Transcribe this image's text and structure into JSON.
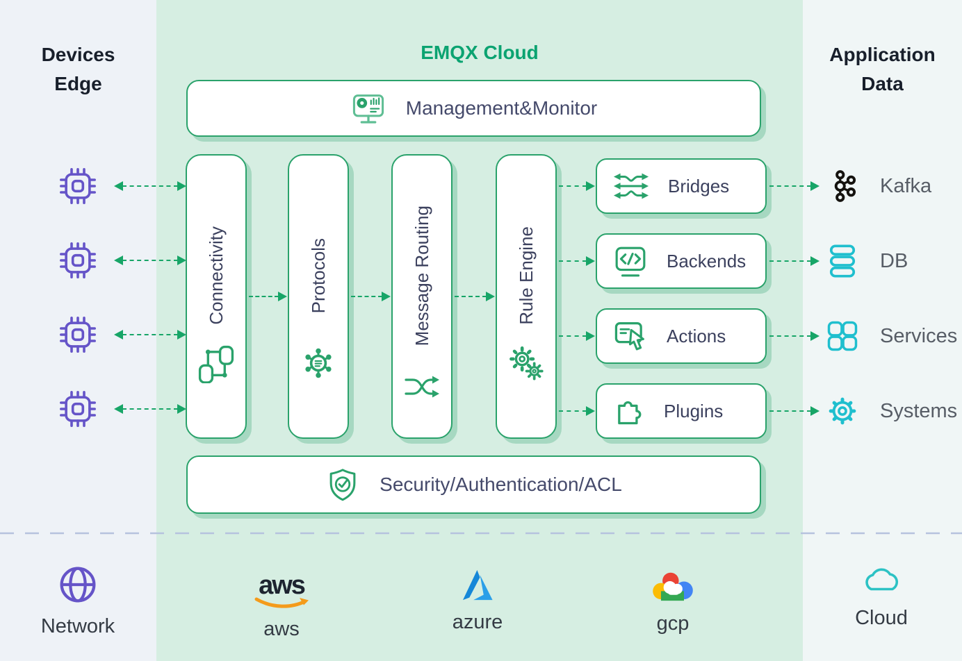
{
  "columns": {
    "left": {
      "title_line1": "Devices",
      "title_line2": "Edge"
    },
    "center": {
      "title": "EMQX Cloud"
    },
    "right": {
      "title_line1": "Application",
      "title_line2": "Data"
    }
  },
  "management_bar": {
    "label": "Management&Monitor",
    "icon": "monitor-dashboard-icon"
  },
  "pillars": [
    {
      "label": "Connectivity",
      "icon": "sitemap-icon"
    },
    {
      "label": "Protocols",
      "icon": "hub-icon"
    },
    {
      "label": "Message Routing",
      "icon": "shuffle-icon"
    },
    {
      "label": "Rule Engine",
      "icon": "gears-icon"
    }
  ],
  "output_boxes": [
    {
      "label": "Bridges",
      "icon": "bridge-swap-icon"
    },
    {
      "label": "Backends",
      "icon": "code-screen-icon"
    },
    {
      "label": "Actions",
      "icon": "cursor-card-icon"
    },
    {
      "label": "Plugins",
      "icon": "puzzle-icon"
    }
  ],
  "security_bar": {
    "label": "Security/Authentication/ACL",
    "icon": "shield-check-icon"
  },
  "devices": [
    {
      "icon": "chip-icon"
    },
    {
      "icon": "chip-icon"
    },
    {
      "icon": "chip-icon"
    },
    {
      "icon": "chip-icon"
    }
  ],
  "application_targets": [
    {
      "label": "Kafka",
      "icon": "kafka-icon"
    },
    {
      "label": "DB",
      "icon": "database-icon"
    },
    {
      "label": "Services",
      "icon": "app-grid-icon"
    },
    {
      "label": "Systems",
      "icon": "gear-icon"
    }
  ],
  "infrastructure": [
    {
      "label": "Network",
      "icon": "globe-icon"
    },
    {
      "label": "aws",
      "icon": "aws-logo",
      "logo_text": "aws"
    },
    {
      "label": "azure",
      "icon": "azure-logo"
    },
    {
      "label": "gcp",
      "icon": "gcp-logo"
    },
    {
      "label": "Cloud",
      "icon": "cloud-icon"
    }
  ],
  "colors": {
    "accent_green": "#2aa26b",
    "title_green": "#0ba371",
    "arrow_green": "#17a567",
    "device_purple": "#6554c8",
    "target_teal": "#1fbfce",
    "text_dark": "#3c415e",
    "center_bg": "#d6eee2",
    "separator_blue": "#b6c2de"
  }
}
